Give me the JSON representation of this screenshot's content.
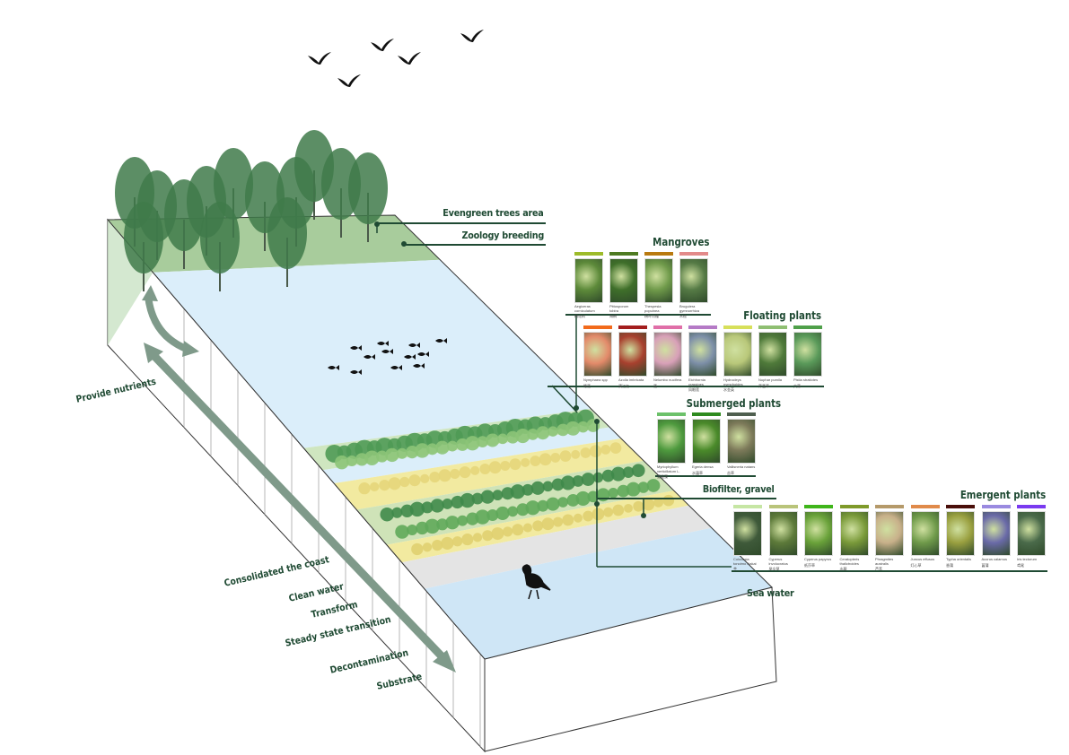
{
  "labels": {
    "evergreen": "Evengreen trees area",
    "zoology": "Zoology breeding",
    "biofilter": "Biofilter, gravel",
    "sea_water": "Sea water"
  },
  "side_labels": [
    "Provide nutrients",
    "Consolidated the coast",
    "Clean water",
    "Transform",
    "Steady state transition",
    "Decontamination",
    "Substrate"
  ],
  "groups": [
    {
      "title": "Mangroves",
      "plants": [
        {
          "latin": "Aegiceras corniculatum",
          "cn": "桐花树",
          "bar": "#9dbb2a",
          "photo": "#5d8a3a"
        },
        {
          "latin": "Pittosporum tobira",
          "cn": "海桐",
          "bar": "#4e7a22",
          "photo": "#3f6f2a"
        },
        {
          "latin": "Thespesia populnea",
          "cn": "杨叶肖槿",
          "bar": "#b97a10",
          "photo": "#6f9a4a"
        },
        {
          "latin": "Bruguiera gymnorrhiza",
          "cn": "木榄",
          "bar": "#e38a8a",
          "photo": "#557a45"
        }
      ]
    },
    {
      "title": "Floating plants",
      "plants": [
        {
          "latin": "Nymphaea spp",
          "cn": "睡莲",
          "bar": "#f26a1b",
          "photo": "#e38a6a"
        },
        {
          "latin": "Azolla imbricata",
          "cn": "满江红",
          "bar": "#a31d1d",
          "photo": "#a8402e"
        },
        {
          "latin": "Nelumbo nucifera",
          "cn": "莲",
          "bar": "#e06fa8",
          "photo": "#d8a0b8"
        },
        {
          "latin": "Eichhornia crassipes",
          "cn": "凤眼莲",
          "bar": "#b57ac6",
          "photo": "#7d8fa8"
        },
        {
          "latin": "Hydrocleys nymphoides",
          "cn": "水金英",
          "bar": "#d7e05a",
          "photo": "#b9c87a"
        },
        {
          "latin": "Nuphar pumila",
          "cn": "萍蓬草",
          "bar": "#8fbf72",
          "photo": "#4f7a3a"
        },
        {
          "latin": "Pistia stratiotes",
          "cn": "大薸",
          "bar": "#4fa04a",
          "photo": "#5a9a5a"
        }
      ]
    },
    {
      "title": "Submerged plants",
      "plants": [
        {
          "latin": "Myriophyllum verticillatum L.",
          "cn": "狐尾藻",
          "bar": "#6cc16a",
          "photo": "#4e9a3e"
        },
        {
          "latin": "Egeria densa",
          "cn": "水蕴草",
          "bar": "#2e8a1e",
          "photo": "#4a8a2a"
        },
        {
          "latin": "Vallisneria natans",
          "cn": "苦草",
          "bar": "#4f5f4f",
          "photo": "#7d7a5a"
        }
      ]
    },
    {
      "title": "Emergent plants",
      "plants": [
        {
          "latin": "Colocasia tonoimo Nakai",
          "cn": "芋",
          "bar": "#c6e6a4",
          "photo": "#3f5a3a"
        },
        {
          "latin": "Cyperus involucratus",
          "cn": "旱伞草",
          "bar": "#b9c47a",
          "photo": "#5d7a3a"
        },
        {
          "latin": "Cyperus papyrus",
          "cn": "纸莎草",
          "bar": "#3fb51a",
          "photo": "#6aa23a"
        },
        {
          "latin": "Ceratopteris thalictroides",
          "cn": "水蕨",
          "bar": "#7f9a2a",
          "photo": "#7a9a3a"
        },
        {
          "latin": "Phragmites australis",
          "cn": "芦苇",
          "bar": "#b59a6a",
          "photo": "#c8b08a"
        },
        {
          "latin": "Juncus effusus",
          "cn": "灯心草",
          "bar": "#e08a4a",
          "photo": "#6f9a4a"
        },
        {
          "latin": "Typha orientalis",
          "cn": "香蒲",
          "bar": "#4a0f0a",
          "photo": "#9aa040"
        },
        {
          "latin": "Acorus calamus",
          "cn": "菖蒲",
          "bar": "#9a8ae0",
          "photo": "#6a6aa8"
        },
        {
          "latin": "Iris tectorum",
          "cn": "鸢尾",
          "bar": "#7a3af0",
          "photo": "#4a6a4a"
        }
      ]
    }
  ],
  "colors": {
    "text": "#1f4a33",
    "land": "#a8cc9c",
    "water": "#dbeefa",
    "sea": "#cfe6f6",
    "gravel": "#e4e4e4",
    "grass": "#f2eaa0",
    "arrow": "#7f9a8a",
    "tree": "#3f7a4a"
  }
}
